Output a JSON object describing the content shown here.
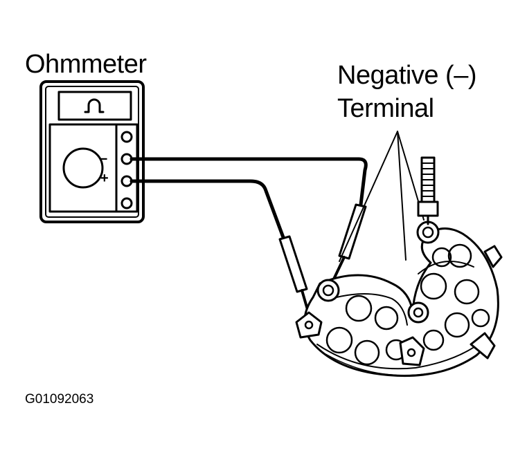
{
  "labels": {
    "meter": "Ohmmeter",
    "callout_line1": "Negative (–)",
    "callout_line2": "Terminal",
    "figure_id": "G01092063",
    "minus": "–",
    "plus": "+"
  },
  "icons": {
    "display_symbol": "ohm-icon"
  },
  "colors": {
    "ink": "#000000",
    "paper": "#ffffff"
  }
}
